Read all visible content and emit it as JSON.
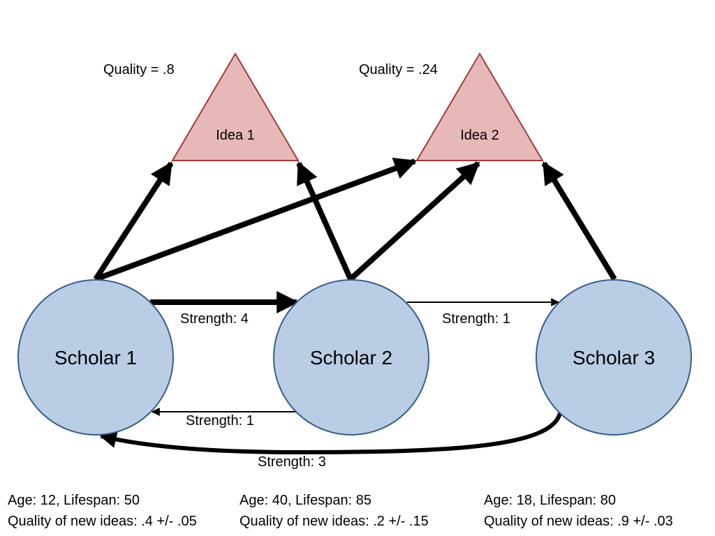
{
  "colors": {
    "scholar_fill": "#b9cde5",
    "scholar_stroke": "#385d8a",
    "idea_fill": "#e6b9b8",
    "idea_stroke": "#a33a36",
    "arrow": "#000000"
  },
  "ideas": [
    {
      "label": "Idea 1",
      "quality": "Quality = .8"
    },
    {
      "label": "Idea 2",
      "quality": "Quality = .24"
    }
  ],
  "scholars": [
    {
      "label": "Scholar 1",
      "age": "Age: 12, Lifespan: 50",
      "quality_new": "Quality of new ideas: .4 +/- .05"
    },
    {
      "label": "Scholar 2",
      "age": "Age: 40, Lifespan: 85",
      "quality_new": "Quality of new ideas: .2 +/- .15"
    },
    {
      "label": "Scholar 3",
      "age": "Age: 18, Lifespan: 80",
      "quality_new": "Quality of new ideas: .9 +/- .03"
    }
  ],
  "links": [
    {
      "label": "Strength: 4"
    },
    {
      "label": "Strength: 1"
    },
    {
      "label": "Strength: 1"
    },
    {
      "label": "Strength: 3"
    }
  ]
}
